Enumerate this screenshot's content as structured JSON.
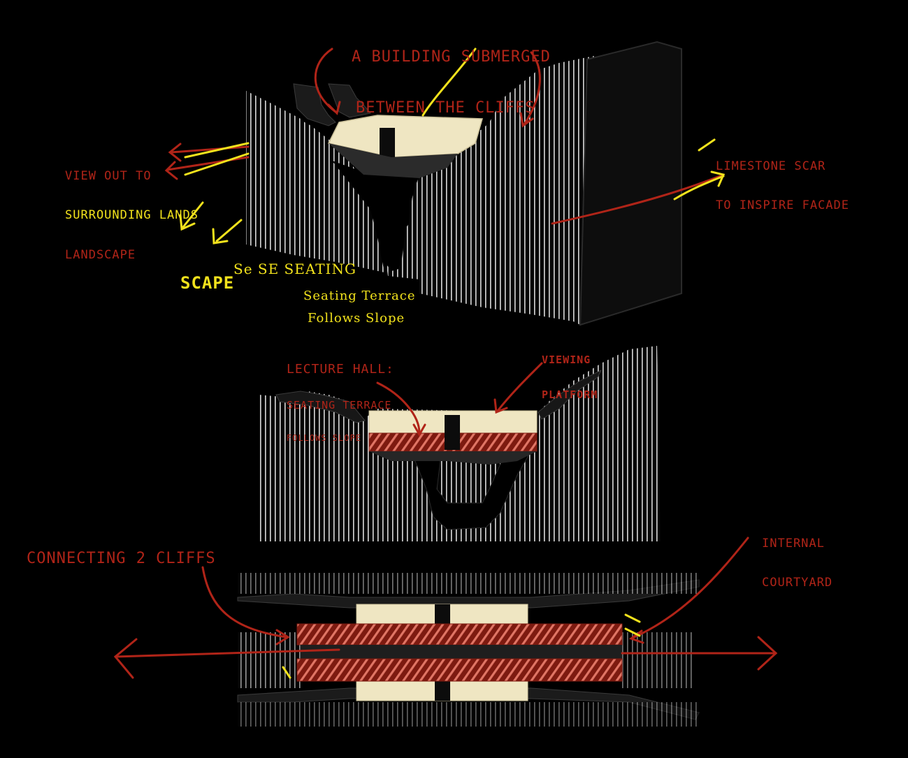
{
  "annotations": {
    "submerged": [
      "A BUILDING SUBMERGED",
      "BETWEEN THE CLIFFS"
    ],
    "view_out": [
      "VIEW OUT TO",
      "SURROUNDING LANDS",
      "LANDSCAPE"
    ],
    "limestone": [
      "LIMESTONE SCAR",
      "TO INSPIRE FACADE"
    ],
    "scape": "SCAPE",
    "seating": "Se SE SEATING",
    "seating_terrace": "Seating Terrace",
    "follows_slope": "Follows Slope",
    "lecture_hall": [
      "LECTURE HALL:",
      "SEATING TERRACE",
      "FOLLOWS SLOPE"
    ],
    "viewing_platform": [
      "VIEWING",
      "PLATFORM"
    ],
    "internal_courtyard": [
      "INTERNAL",
      "COURTYARD"
    ],
    "connecting": "CONNECTING 2 CLIFFS"
  },
  "colors": {
    "annotation_red": "#b02418",
    "annotation_yellow": "#f2e21c",
    "timber": "#efe6c2",
    "cliff_dark": "#141414"
  }
}
